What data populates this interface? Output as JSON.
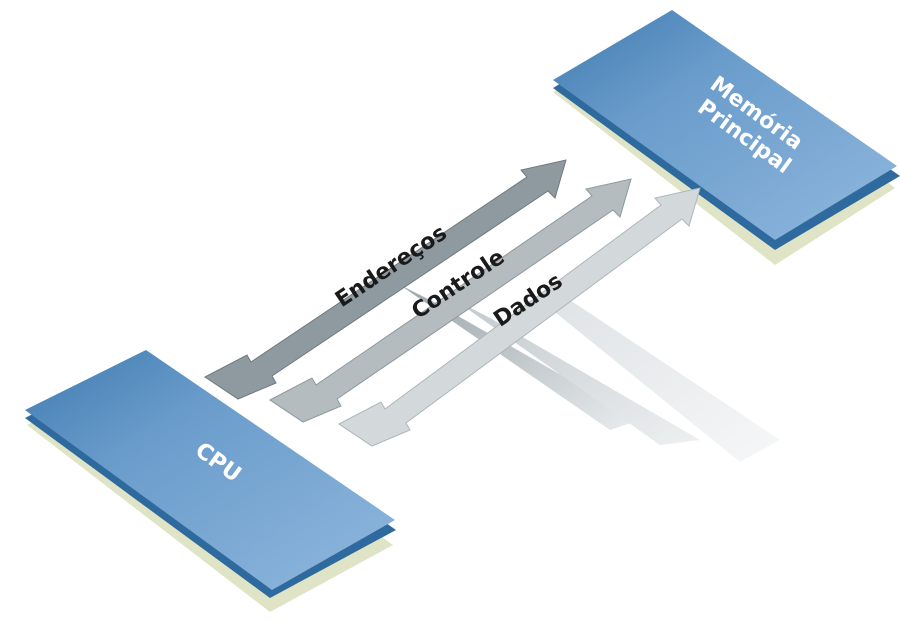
{
  "blocks": {
    "memory_line1": "Memória",
    "memory_line2": "Principal",
    "cpu": "CPU"
  },
  "buses": {
    "address": "Endereços",
    "control": "Controle",
    "data": "Dados"
  },
  "colors": {
    "block_top": "#6a9ccb",
    "block_side": "#2f6a9e",
    "block_base": "#e6ead2",
    "address_bus": "#8e9aa0",
    "control_bus": "#b4bcc0",
    "data_bus": "#d3d8db"
  }
}
